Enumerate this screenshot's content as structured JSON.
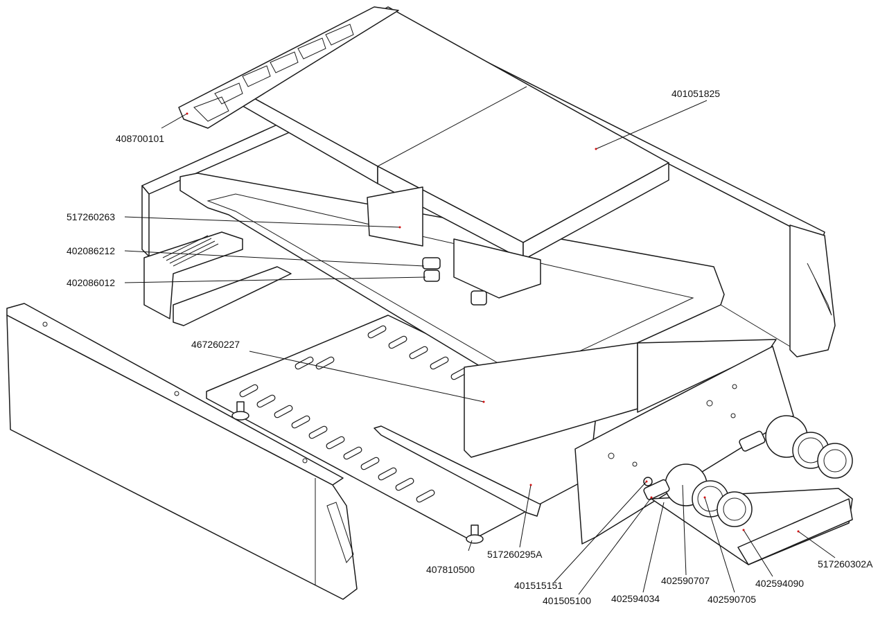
{
  "parts": [
    {
      "id": "p1",
      "number": "408700101"
    },
    {
      "id": "p2",
      "number": "401051825"
    },
    {
      "id": "p3",
      "number": "517260263"
    },
    {
      "id": "p4",
      "number": "402086212"
    },
    {
      "id": "p5",
      "number": "402086012"
    },
    {
      "id": "p6",
      "number": "467260227"
    },
    {
      "id": "p7",
      "number": "407810500"
    },
    {
      "id": "p8",
      "number": "517260295A"
    },
    {
      "id": "p9",
      "number": "401515151"
    },
    {
      "id": "p10",
      "number": "401505100"
    },
    {
      "id": "p11",
      "number": "402594034"
    },
    {
      "id": "p12",
      "number": "402590707"
    },
    {
      "id": "p13",
      "number": "402590705"
    },
    {
      "id": "p14",
      "number": "402594090"
    },
    {
      "id": "p15",
      "number": "517260302A"
    }
  ]
}
